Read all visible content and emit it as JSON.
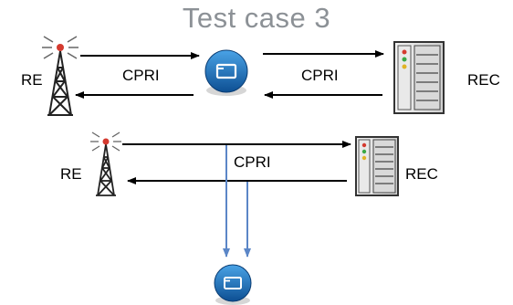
{
  "title": "Test case 3",
  "colors": {
    "arrow": "#000000",
    "tap_arrow": "#5b86c7",
    "switch_fill": "#1d6fb8",
    "title": "#8c9196"
  },
  "top_row": {
    "re_label": "RE",
    "rec_label": "REC",
    "left_link_label": "CPRI",
    "right_link_label": "CPRI",
    "re_icon": "radio-tower-icon",
    "switch_icon": "network-switch-icon",
    "rec_icon": "server-rack-icon"
  },
  "bottom_row": {
    "re_label": "RE",
    "rec_label": "REC",
    "link_label": "CPRI",
    "re_icon": "radio-tower-icon",
    "monitor_icon": "network-switch-icon",
    "rec_icon": "server-rack-icon"
  }
}
